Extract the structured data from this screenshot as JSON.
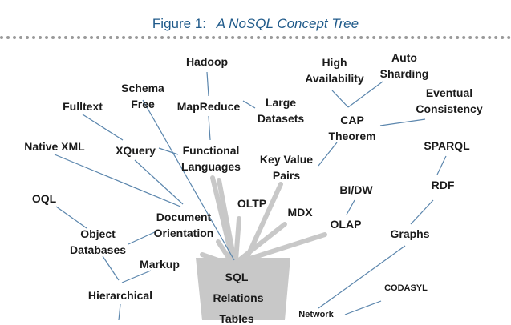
{
  "figure": {
    "number": "Figure 1:",
    "title": "A NoSQL Concept Tree"
  },
  "trunk": {
    "label_1": "SQL",
    "label_2": "Relations",
    "label_3": "Tables",
    "color": "#c8c8c8"
  },
  "nodes": {
    "hadoop": "Hadoop",
    "schema_free": "Schema\nFree",
    "mapreduce": "MapReduce",
    "large_datasets": "Large\nDatasets",
    "high_availability": "High\nAvailability",
    "auto_sharding": "Auto\nSharding",
    "eventual_consistency": "Eventual\nConsistency",
    "cap_theorem": "CAP\nTheorem",
    "fulltext": "Fulltext",
    "native_xml": "Native XML",
    "xquery": "XQuery",
    "functional_languages": "Functional\nLanguages",
    "key_value_pairs": "Key Value\nPairs",
    "sparql": "SPARQL",
    "rdf": "RDF",
    "bi_dw": "BI/DW",
    "oltp": "OLTP",
    "mdx": "MDX",
    "olap": "OLAP",
    "graphs": "Graphs",
    "oql": "OQL",
    "object_databases": "Object\nDatabases",
    "document_orientation": "Document\nOrientation",
    "markup": "Markup",
    "hierarchical": "Hierarchical",
    "codasyl": "CODASYL",
    "network": "Network"
  },
  "colors": {
    "caption": "#1f5a8a",
    "edge": "#5b86ad",
    "divider": "#9a9a9a"
  }
}
